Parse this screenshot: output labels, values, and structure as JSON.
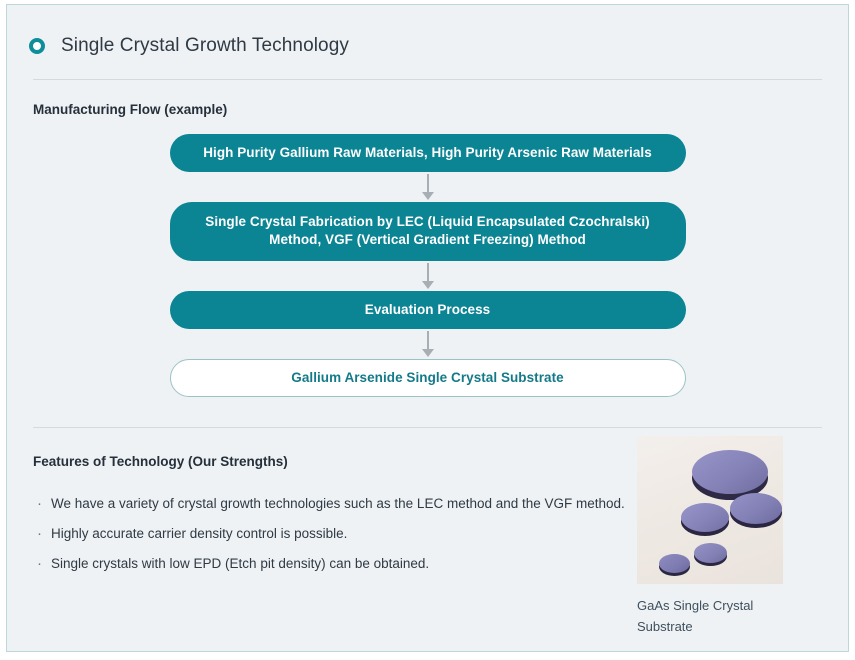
{
  "header": {
    "icon": "ring-icon",
    "title": "Single Crystal Growth Technology"
  },
  "manufacturing": {
    "subtitle": "Manufacturing Flow (example)",
    "steps": [
      {
        "label": "High Purity Gallium Raw Materials, High Purity Arsenic Raw Materials",
        "style": "filled"
      },
      {
        "label": "Single Crystal Fabrication by LEC (Liquid Encapsulated Czochralski) Method, VGF (Vertical Gradient Freezing) Method",
        "style": "filled"
      },
      {
        "label": "Evaluation Process",
        "style": "filled"
      },
      {
        "label": "Gallium Arsenide Single Crystal Substrate",
        "style": "outline"
      }
    ]
  },
  "features": {
    "title": "Features of Technology (Our Strengths)",
    "items": [
      "We have a variety of crystal growth technologies such as the LEC method and the VGF method.",
      "Highly accurate carrier density control is possible.",
      "Single crystals with low EPD (Etch pit density) can be obtained."
    ]
  },
  "figure": {
    "caption": "GaAs Single Crystal Substrate",
    "alt": "gaas-wafers-photo"
  },
  "colors": {
    "accent_teal": "#0b8494",
    "icon_teal": "#0e8e9b",
    "outline_text": "#147a89",
    "page_background": "#eef2f5",
    "arrow_gray": "#a7aeb4",
    "divider_gray": "#d4dadf",
    "wafer_purple": "#8b89bd"
  }
}
